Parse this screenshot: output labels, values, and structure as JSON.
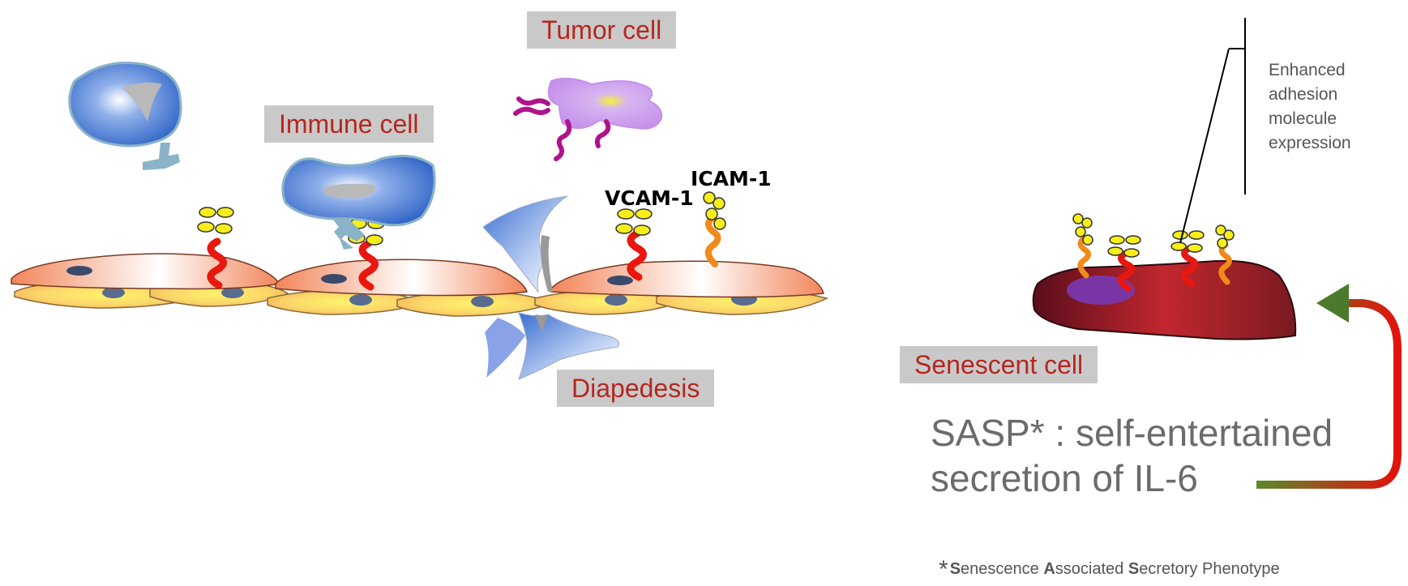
{
  "labels": {
    "tumor_cell": "Tumor cell",
    "immune_cell": "Immune cell",
    "diapedesis": "Diapedesis",
    "senescent_cell": "Senescent cell",
    "vcam": "VCAM-1",
    "icam": "ICAM-1"
  },
  "adhesion_note": {
    "line1": "Enhanced",
    "line2": "adhesion",
    "line3": "molecule",
    "line4": "expression"
  },
  "sasp": {
    "line1": "SASP* : self-entertained",
    "line2": "secretion of IL-6"
  },
  "footnote": {
    "asterisk": "*",
    "s1": "S",
    "r1": "enescence ",
    "s2": "A",
    "r2": "ssociated ",
    "s3": "S",
    "r3": "ecretory Phenotype"
  },
  "colors": {
    "label_box": "#c9c9c9",
    "label_text": "#b5271f",
    "vcam": "#e8170f",
    "icam": "#f08a18",
    "ligand_yellow": "#f7ee1a",
    "senescent_cell": "#a8242b",
    "nucleus_purple": "#7a36a6",
    "arrow_green": "#4c7a2c",
    "arrow_red": "#e1130c"
  }
}
